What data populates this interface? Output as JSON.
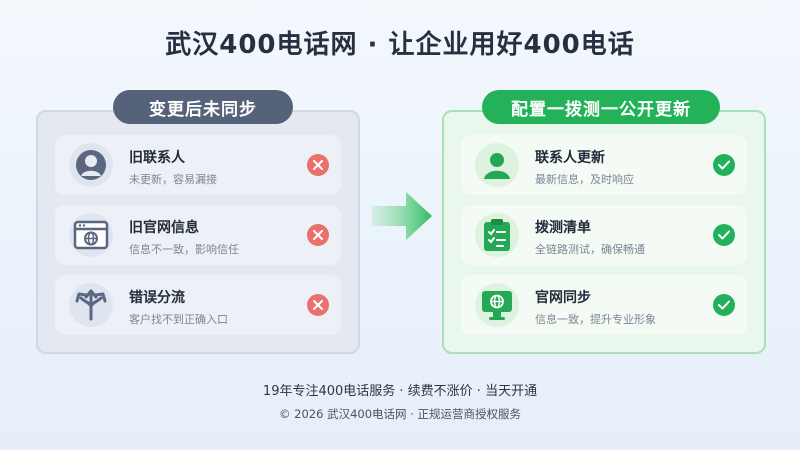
{
  "title": "武汉400电话网 · 让企业用好400电话",
  "left": {
    "badge": "变更后未同步",
    "items": [
      {
        "icon": "person-icon",
        "title": "旧联系人",
        "desc": "未更新，容易漏接",
        "status": "error"
      },
      {
        "icon": "browser-globe-icon",
        "title": "旧官网信息",
        "desc": "信息不一致，影响信任",
        "status": "error"
      },
      {
        "icon": "split-arrows-icon",
        "title": "错误分流",
        "desc": "客户找不到正确入口",
        "status": "error"
      }
    ]
  },
  "right": {
    "badge": "配置一拨测一公开更新",
    "items": [
      {
        "icon": "person-icon",
        "title": "联系人更新",
        "desc": "最新信息，及时响应",
        "status": "ok"
      },
      {
        "icon": "checklist-icon",
        "title": "拨测清单",
        "desc": "全链路测试，确保畅通",
        "status": "ok"
      },
      {
        "icon": "monitor-globe-icon",
        "title": "官网同步",
        "desc": "信息一致，提升专业形象",
        "status": "ok"
      }
    ]
  },
  "colors": {
    "left_accent": "#56627a",
    "right_accent": "#24b259",
    "error": "#e8706d",
    "ok": "#22b05a"
  },
  "footer": {
    "line1": "19年专注400电话服务 · 续费不涨价 · 当天开通",
    "line2": "© 2026 武汉400电话网 · 正规运营商授权服务"
  }
}
